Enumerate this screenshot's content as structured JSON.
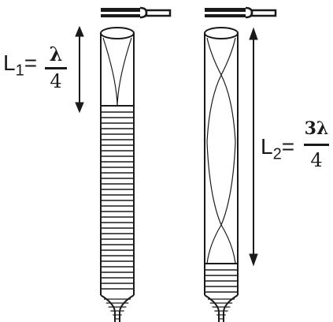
{
  "label_left": {
    "name": "L",
    "sub": "1",
    "eq": "=",
    "numerator": "λ",
    "denominator": "4"
  },
  "label_right": {
    "name": "L",
    "sub": "2",
    "eq": "=",
    "numerator": "3λ",
    "denominator": "4"
  },
  "colors": {
    "ink": "#1a1a1a",
    "background": "#ffffff"
  },
  "tubes": [
    {
      "name": "tube-left",
      "water_fraction": 0.76,
      "loops": 0.5
    },
    {
      "name": "tube-right",
      "water_fraction": 0.12,
      "loops": 1.5
    }
  ]
}
